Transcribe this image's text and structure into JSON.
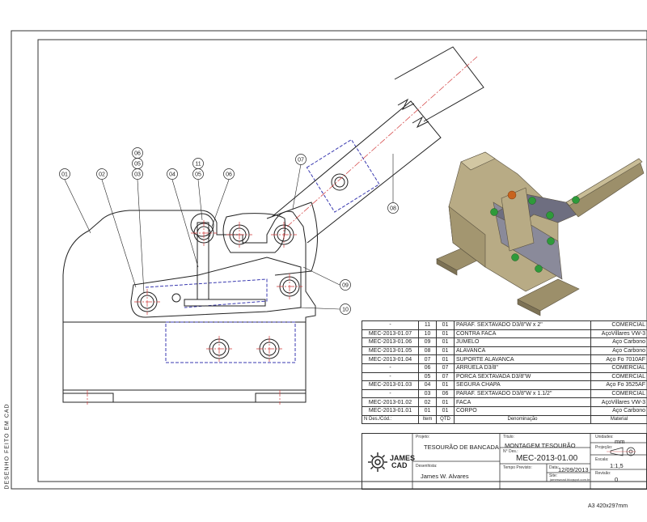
{
  "sheet": {
    "side_note": "DESENHO FEITO EM CAD",
    "size_label": "A3  420x297mm"
  },
  "callouts": [
    "01",
    "02",
    "03",
    "04",
    "05",
    "06",
    "07",
    "08",
    "09",
    "10",
    "11"
  ],
  "stacked_callouts": {
    "left": [
      "06",
      "05",
      "03"
    ],
    "middle": [
      "11",
      "05"
    ]
  },
  "bom": {
    "rows": [
      {
        "code": "-",
        "item": "11",
        "qty": "01",
        "desc": "PARAF. SEXTAVADO D3/8\"W x 2\"",
        "mat": "COMERCIAL"
      },
      {
        "code": "MEC-2013-01.07",
        "item": "10",
        "qty": "01",
        "desc": "CONTRA FACA",
        "mat": "AçoVillares VW-3"
      },
      {
        "code": "MEC-2013-01.06",
        "item": "09",
        "qty": "01",
        "desc": "JUMELO",
        "mat": "Aço Carbono"
      },
      {
        "code": "MEC-2013-01.05",
        "item": "08",
        "qty": "01",
        "desc": "ALAVANCA",
        "mat": "Aço Carbono"
      },
      {
        "code": "MEC-2013-01.04",
        "item": "07",
        "qty": "01",
        "desc": "SUPORTE ALAVANCA",
        "mat": "Aço Fo 7010AF"
      },
      {
        "code": "-",
        "item": "06",
        "qty": "07",
        "desc": "ARRUELA D3/8\"",
        "mat": "COMERCIAL"
      },
      {
        "code": "-",
        "item": "05",
        "qty": "07",
        "desc": "PORCA SEXTAVADA D3/8\"W",
        "mat": "COMERCIAL"
      },
      {
        "code": "MEC-2013-01.03",
        "item": "04",
        "qty": "01",
        "desc": "SEGURA CHAPA",
        "mat": "Aço Fo 3525AF"
      },
      {
        "code": "-",
        "item": "03",
        "qty": "06",
        "desc": "PARAF. SEXTAVADO D3/8\"W x 1.1/2\"",
        "mat": "COMERCIAL"
      },
      {
        "code": "MEC-2013-01.02",
        "item": "02",
        "qty": "01",
        "desc": "FACA",
        "mat": "AçoVillares VW-3"
      },
      {
        "code": "MEC-2013-01.01",
        "item": "01",
        "qty": "01",
        "desc": "CORPO",
        "mat": "Aço Carbono"
      }
    ],
    "header": {
      "code": "N  Des./Cód.:",
      "item": "Item",
      "qty": "QTD",
      "desc": "Denominação",
      "mat": "Material"
    }
  },
  "title_block": {
    "logo_text_1": "JAMES",
    "logo_text_2": "CAD",
    "project_label": "Projeto:",
    "project": "TESOURÃO DE BANCADA",
    "title_label": "Título:",
    "title": "MONTAGEM TESOURÃO",
    "drawing_no_label": "N° Des.:",
    "drawing_no": "MEC-2013-01.00",
    "units_label": "Unidades:",
    "units": "mm",
    "projection_label": "Projeção:",
    "scale_label": "Escala:",
    "scale": "1:1,5",
    "drawn_by_label": "Desenhista:",
    "drawn_by": "James W. Alvares",
    "time_label": "Tempo Previsto:",
    "date_label": "Data:",
    "date": "12/09/2013",
    "site_label": "Site:",
    "site": "jameswcad.blogspot.com.br",
    "revision_label": "Revisão:",
    "revision": "0"
  },
  "colors": {
    "line": "#222222",
    "hidden": "#3a3ab0",
    "centerline": "#d23a3a",
    "render_body": "#b8ab85",
    "render_plate": "#8a8a9a",
    "bolt_green": "#2e9a3a",
    "bolt_orange": "#c8641e"
  }
}
